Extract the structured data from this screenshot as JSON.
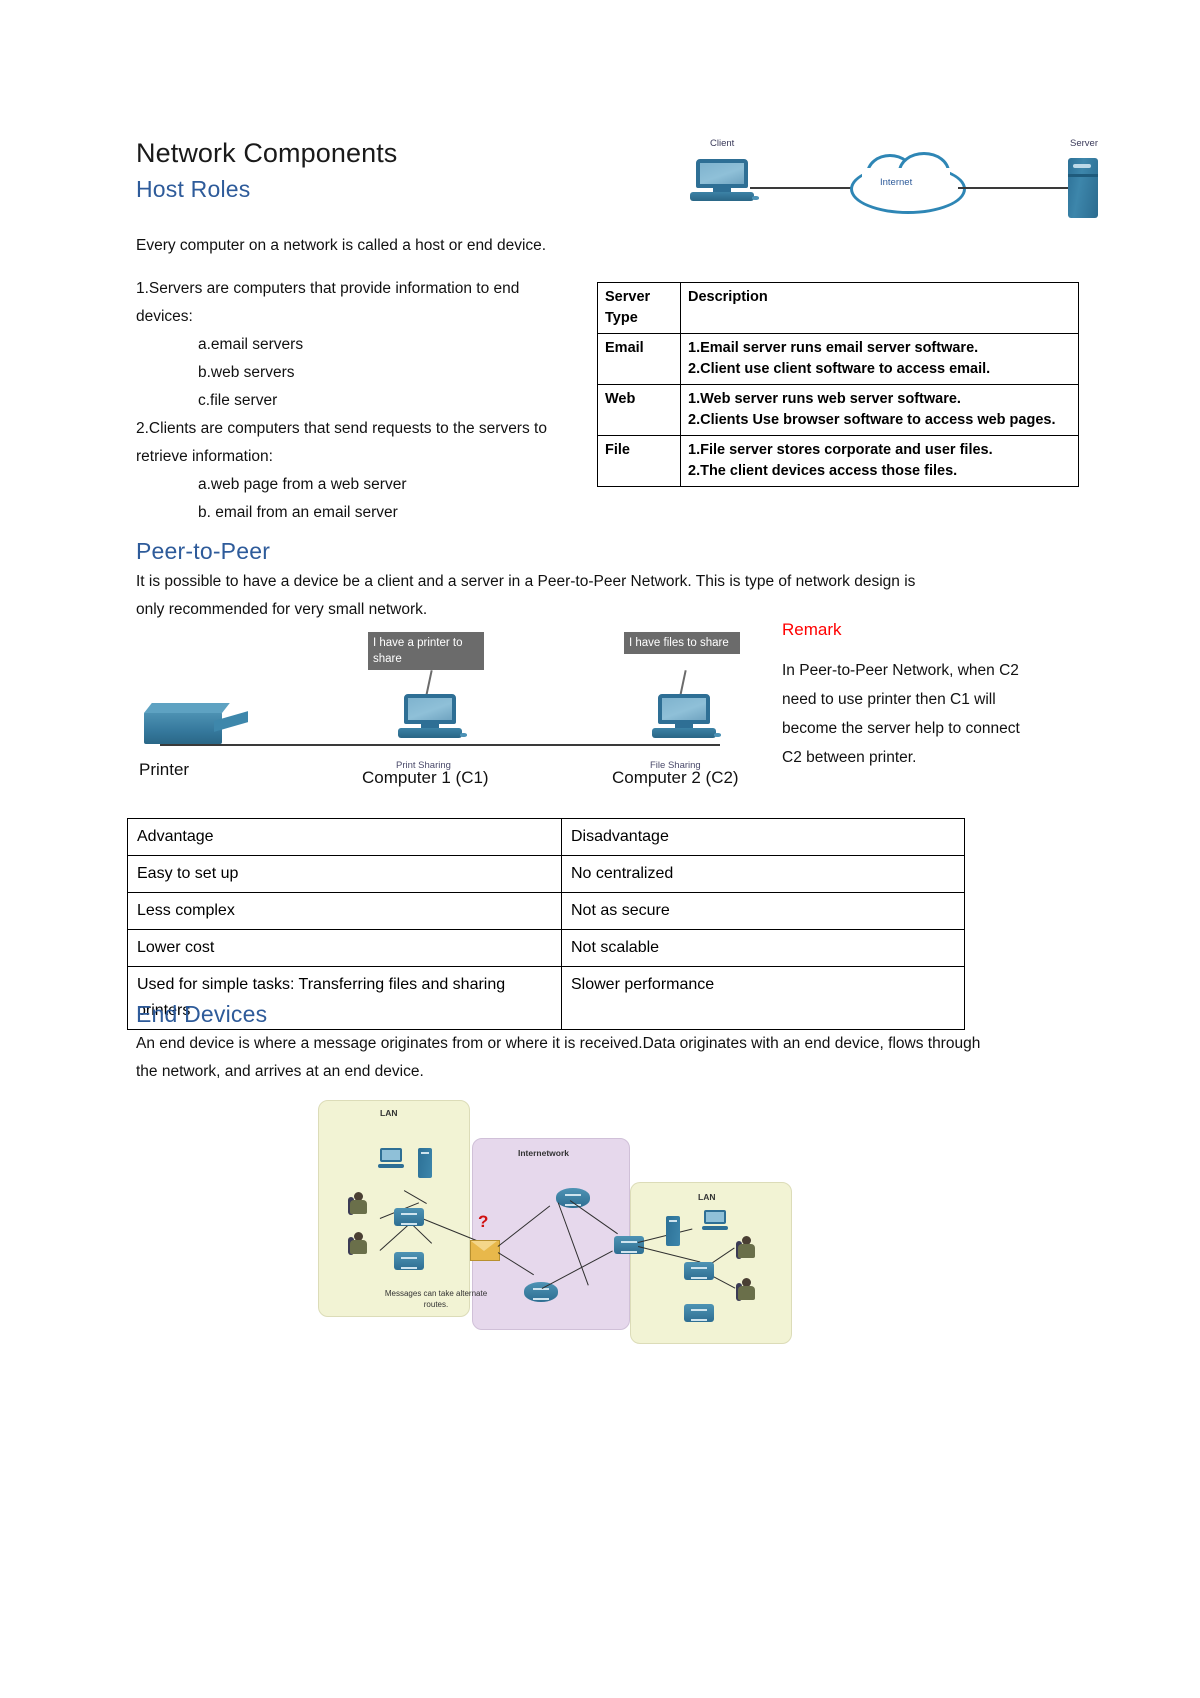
{
  "document": {
    "title": "Network Components",
    "sections": {
      "host_roles": {
        "heading": "Host Roles",
        "intro": "Every computer on a network is called a host or end device.",
        "list": {
          "item1": "1.Servers are computers that provide information to end devices:",
          "item1a": "a.email servers",
          "item1b": "b.web servers",
          "item1c": "c.file server",
          "item2": "2.Clients are computers that send requests to the servers to retrieve information:",
          "item2a": "a.web page from a web server",
          "item2b": "b. email from an email server"
        },
        "server_table": {
          "headers": [
            "Server Type",
            "Description"
          ],
          "rows": [
            {
              "type": "Email",
              "lines": [
                "1.Email server runs email server software.",
                "2.Client use client software to access email."
              ]
            },
            {
              "type": "Web",
              "lines": [
                "1.Web server runs web server software.",
                "2.Clients Use browser software to access web pages."
              ]
            },
            {
              "type": "File",
              "lines": [
                "1.File server stores corporate and user files.",
                "2.The client devices access those files."
              ]
            }
          ]
        },
        "figure": {
          "client_label": "Client",
          "cloud_label": "Internet",
          "server_label": "Server"
        }
      },
      "peer_to_peer": {
        "heading": "Peer-to-Peer",
        "paragraph": "It is possible to have a device be a client and a server in a Peer-to-Peer Network. This is type of network design is only recommended for very small network.",
        "figure": {
          "bubble1": "I have a printer to share",
          "bubble2": "I have files to share",
          "printer_label": "Printer",
          "print_sharing": "Print Sharing",
          "file_sharing": "File Sharing",
          "computer1": "Computer 1 (C1)",
          "computer2": "Computer 2 (C2)"
        },
        "remark": {
          "title": "Remark",
          "body": "In Peer-to-Peer Network, when C2 need to use  printer then C1 will become the server help to connect C2 between printer."
        },
        "adv_table": {
          "headers": [
            "Advantage",
            "Disadvantage"
          ],
          "rows": [
            [
              "Easy to set up",
              "No centralized"
            ],
            [
              "Less complex",
              "Not as secure"
            ],
            [
              "Lower cost",
              "Not scalable"
            ],
            [
              "Used for simple tasks: Transferring files and sharing printers",
              "Slower performance"
            ]
          ]
        }
      },
      "end_devices": {
        "heading": "End Devices",
        "paragraph": "An end device is where a message originates from or where it is received.Data originates with an end device, flows through the network, and arrives at an end device.",
        "figure": {
          "lan_left": "LAN",
          "internetwork": "Internetwork",
          "lan_right": "LAN",
          "note": "Messages can take alternate routes.",
          "question_mark": "?"
        }
      }
    },
    "colors": {
      "heading_blue": "#2E5B9A",
      "remark_red": "#FF0000",
      "device_blue": "#2E6F95",
      "lan_zone": "#F2F3D4",
      "internetwork_zone": "#E6D8EC"
    }
  }
}
